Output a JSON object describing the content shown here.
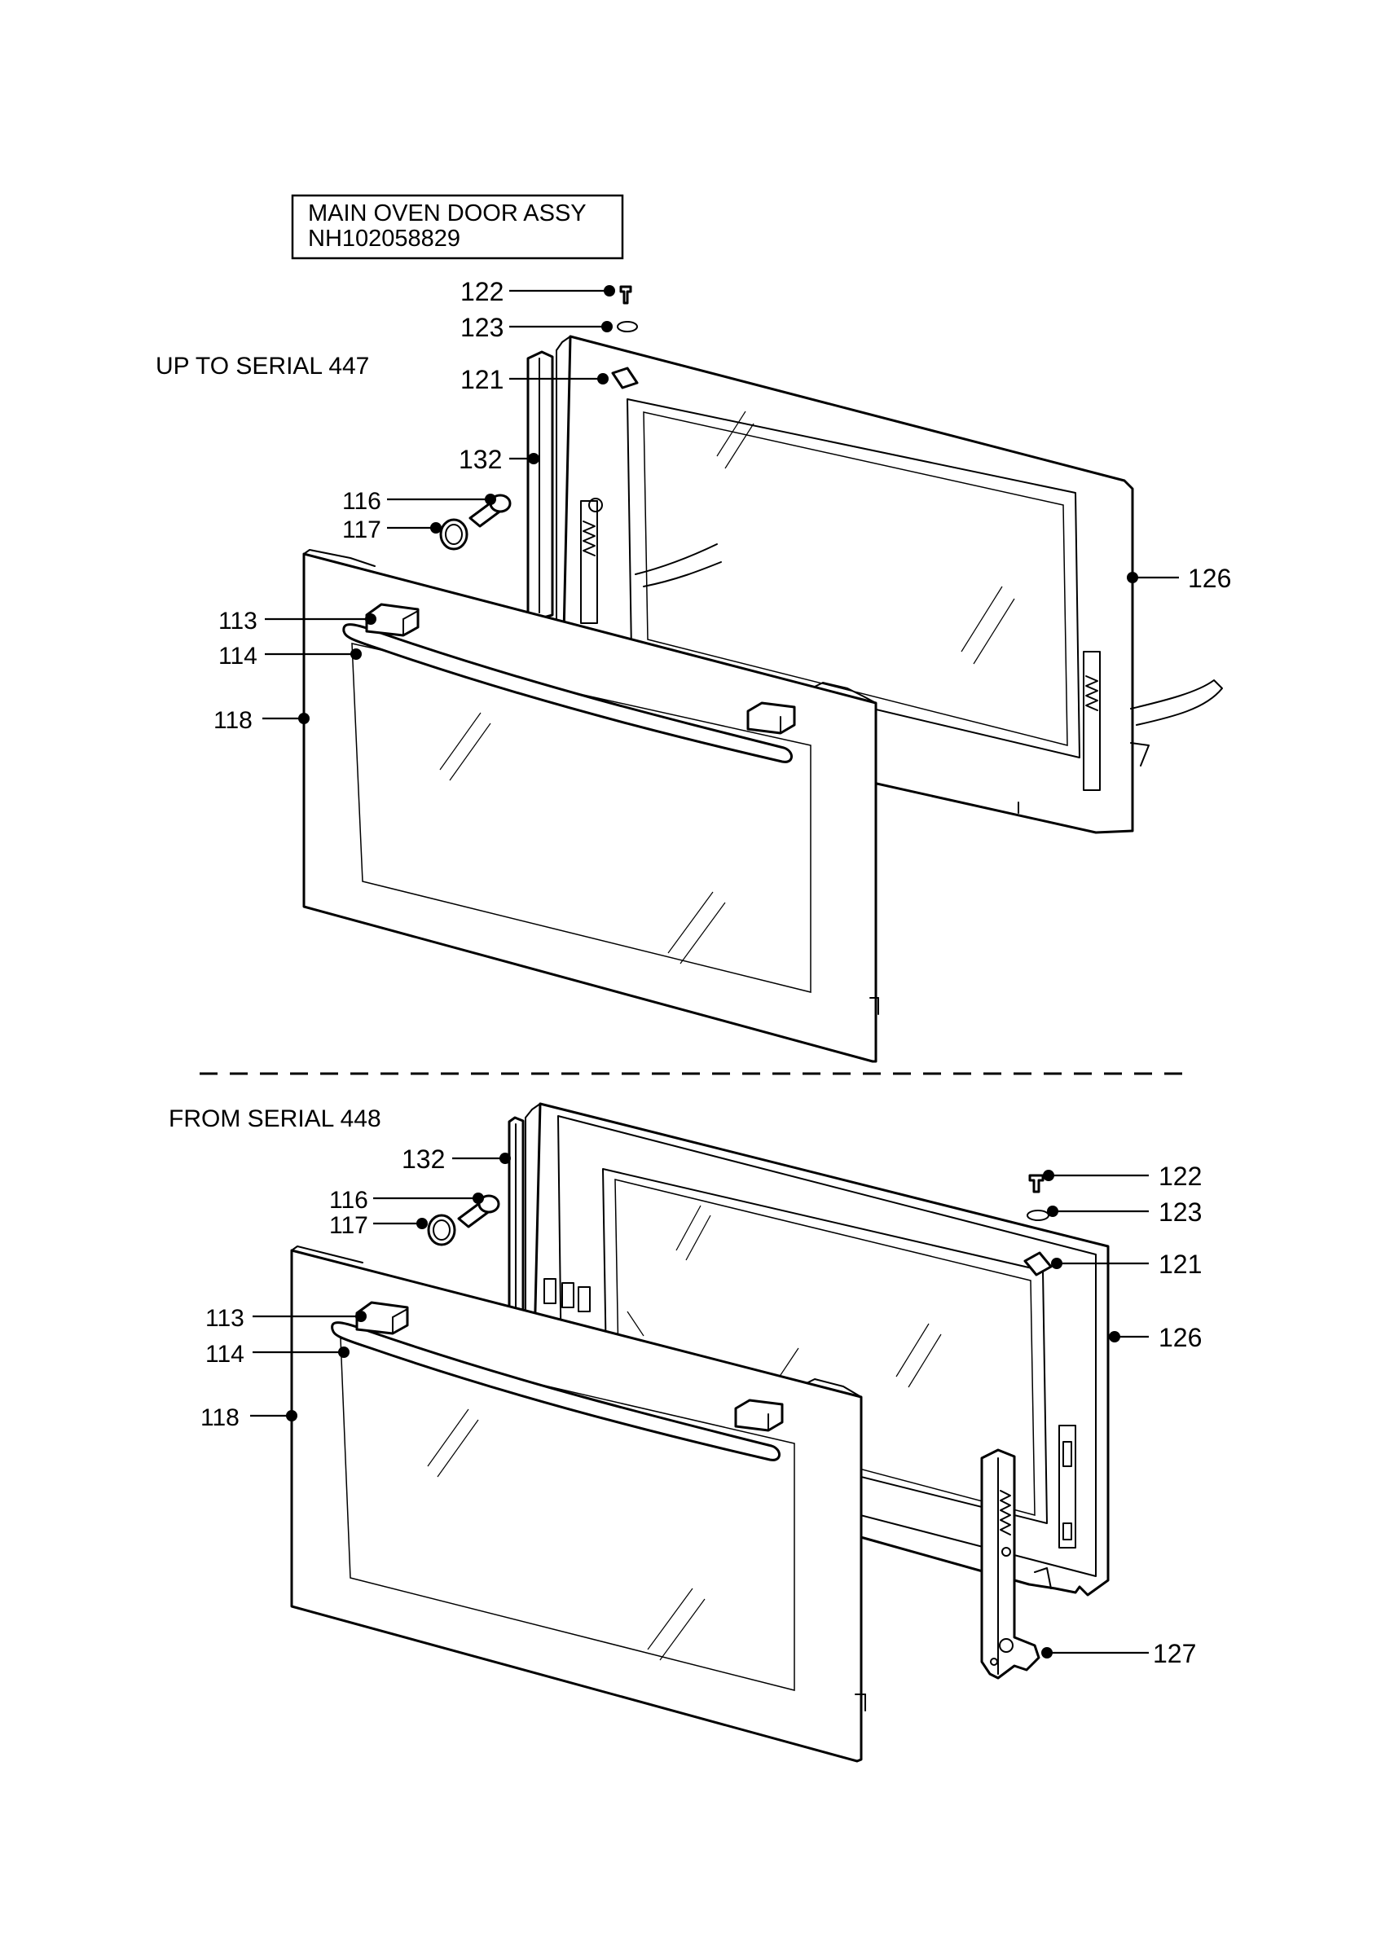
{
  "title_box": {
    "line1": "MAIN OVEN DOOR ASSY",
    "line2": "NH102058829"
  },
  "sections": [
    {
      "heading": "UP TO SERIAL 447",
      "callouts": [
        "122",
        "123",
        "121",
        "132",
        "116",
        "117",
        "113",
        "114",
        "118",
        "126"
      ]
    },
    {
      "heading": "FROM SERIAL 448",
      "callouts": [
        "132",
        "116",
        "117",
        "113",
        "114",
        "118",
        "122",
        "123",
        "121",
        "126",
        "127"
      ]
    }
  ]
}
